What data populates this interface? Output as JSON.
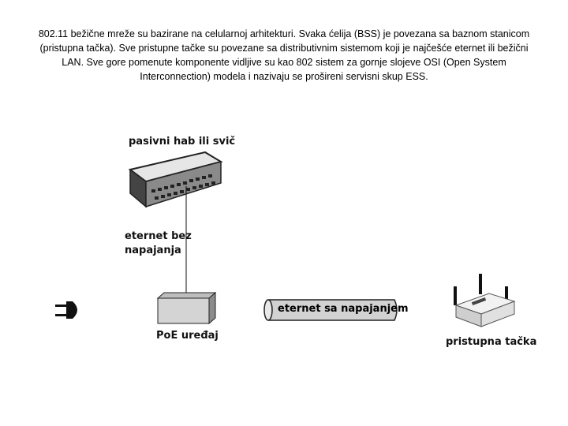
{
  "intro_text": "802.11 bežične mreže su bazirane na celularnoj arhitekturi. Svaka ćelija (BSS) je povezana sa baznom stanicom (pristupna tačka). Sve pristupne tačke su povezane sa distributivnim sistemom koji je najčešće eternet ili bežični LAN. Sve gore pomenute komponente vidljive su kao 802 sistem za gornje slojeve OSI (Open System Interconnection) modela i nazivaju se prošireni servisni skup ESS.",
  "diagram": {
    "switch_label": "pasivni hab ili svič",
    "ethernet_unpowered_line1": "eternet bez",
    "ethernet_unpowered_line2": "napajanja",
    "poe_device_label": "PoE uređaj",
    "powered_ethernet_label": "eternet sa napajanjem",
    "access_point_label": "pristupna tačka",
    "icons": [
      "switch-icon",
      "poe-device-icon",
      "power-plug-icon",
      "ethernet-cable-icon",
      "access-point-icon"
    ]
  }
}
